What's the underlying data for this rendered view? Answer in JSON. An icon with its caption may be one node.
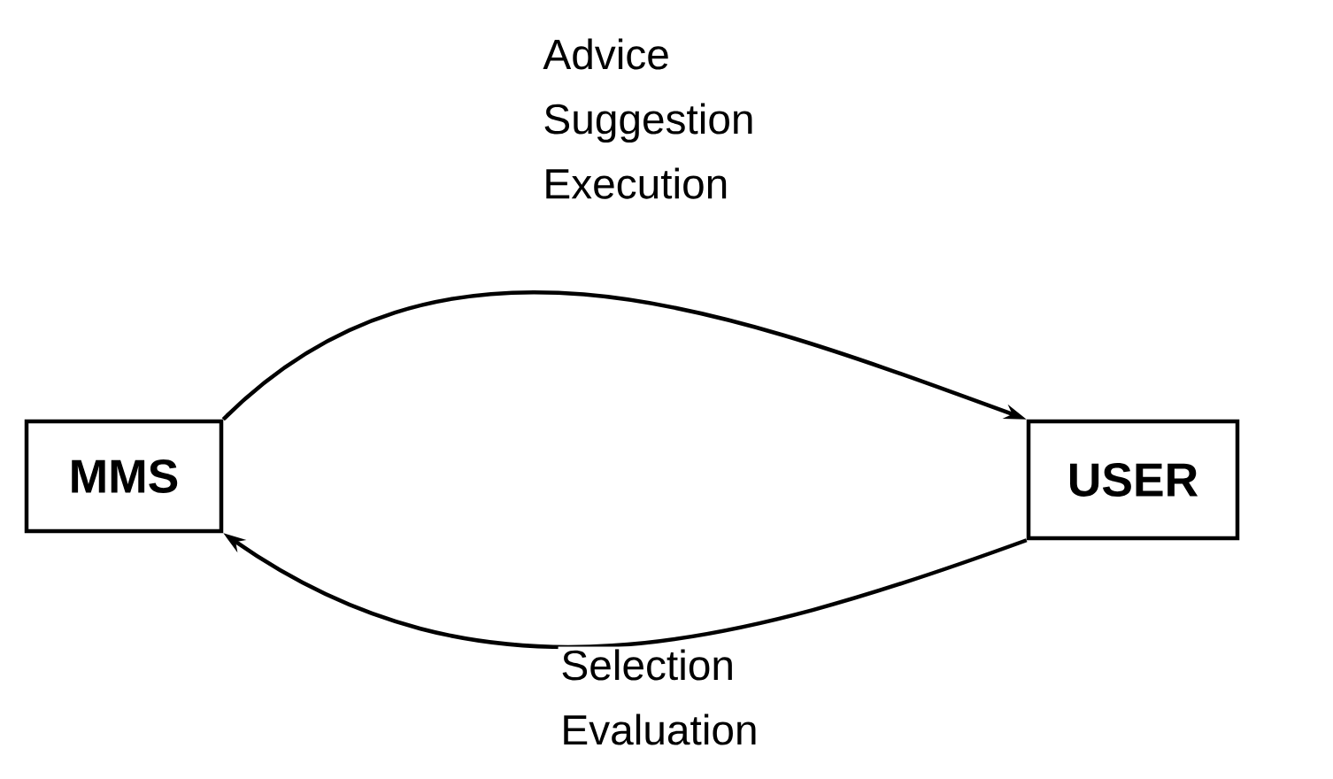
{
  "diagram": {
    "nodes": [
      {
        "text": [
          "MMS"
        ]
      },
      {
        "text": [
          "USER"
        ]
      }
    ],
    "edges": [
      {
        "from": 0,
        "to": 1,
        "arrow": "to",
        "label": "Advice Suggestion Execution"
      },
      {
        "from": 1,
        "to": 0,
        "arrow": "to",
        "label": "Selection Evaluation"
      }
    ]
  }
}
